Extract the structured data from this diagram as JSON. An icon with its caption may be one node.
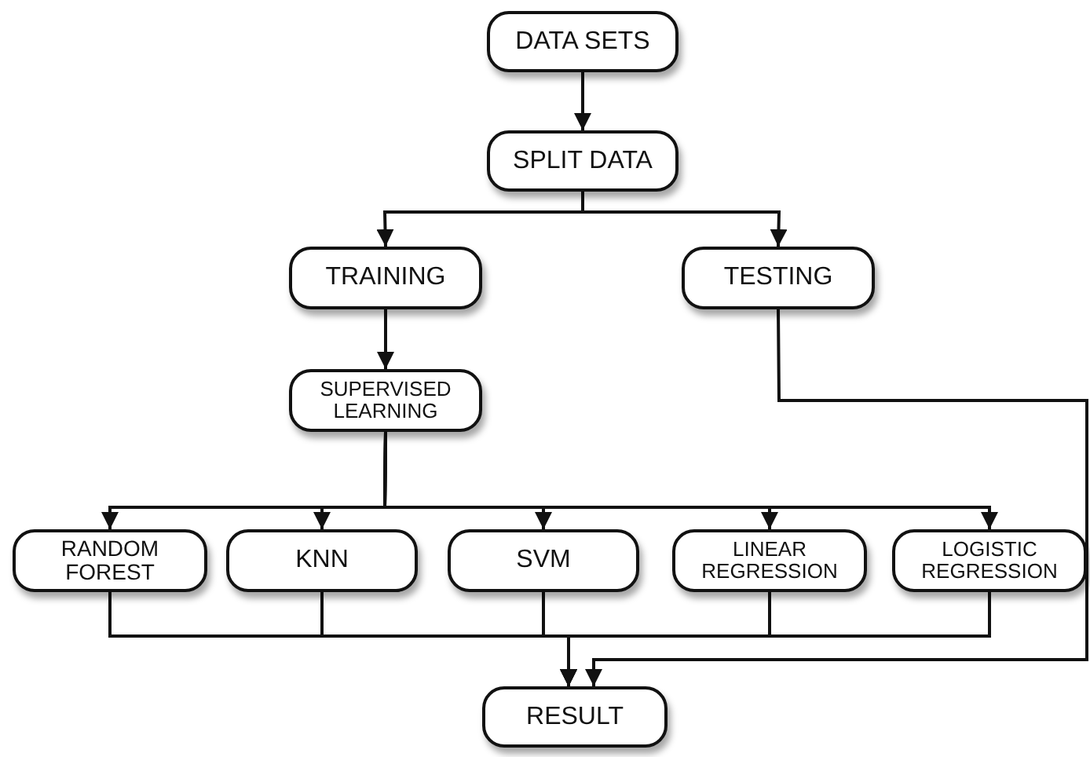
{
  "diagram": {
    "nodes": [
      {
        "text": [
          "DATA SETS"
        ]
      },
      {
        "text": [
          "SPLIT DATA"
        ]
      },
      {
        "text": [
          "TRAINING"
        ]
      },
      {
        "text": [
          "TESTING"
        ]
      },
      {
        "text": [
          "SUPERVISED LEARNING"
        ]
      },
      {
        "text": [
          "RANDOM FOREST"
        ]
      },
      {
        "text": [
          "KNN"
        ]
      },
      {
        "text": [
          "SVM"
        ]
      },
      {
        "text": [
          "LINEAR REGRESSION"
        ]
      },
      {
        "text": [
          "LOGISTIC REGRESSION"
        ]
      },
      {
        "text": [
          "RESULT"
        ]
      }
    ],
    "edges": [
      {
        "from": 0,
        "to": 1,
        "arrow": "to"
      },
      {
        "from": 1,
        "to": 2,
        "arrow": "to"
      },
      {
        "from": 1,
        "to": 3,
        "arrow": "to"
      },
      {
        "from": 2,
        "to": 4,
        "arrow": "to"
      },
      {
        "from": 4,
        "to": 5,
        "arrow": "to"
      },
      {
        "from": 4,
        "to": 6,
        "arrow": "to"
      },
      {
        "from": 4,
        "to": 7,
        "arrow": "to"
      },
      {
        "from": 4,
        "to": 8,
        "arrow": "to"
      },
      {
        "from": 4,
        "to": 9,
        "arrow": "to"
      },
      {
        "from": 5,
        "to": 10,
        "arrow": "to"
      },
      {
        "from": 6,
        "to": 10,
        "arrow": "to"
      },
      {
        "from": 7,
        "to": 10,
        "arrow": "to"
      },
      {
        "from": 8,
        "to": 10,
        "arrow": "to"
      },
      {
        "from": 9,
        "to": 10,
        "arrow": "to"
      },
      {
        "from": 3,
        "to": 10,
        "arrow": "to"
      }
    ]
  }
}
